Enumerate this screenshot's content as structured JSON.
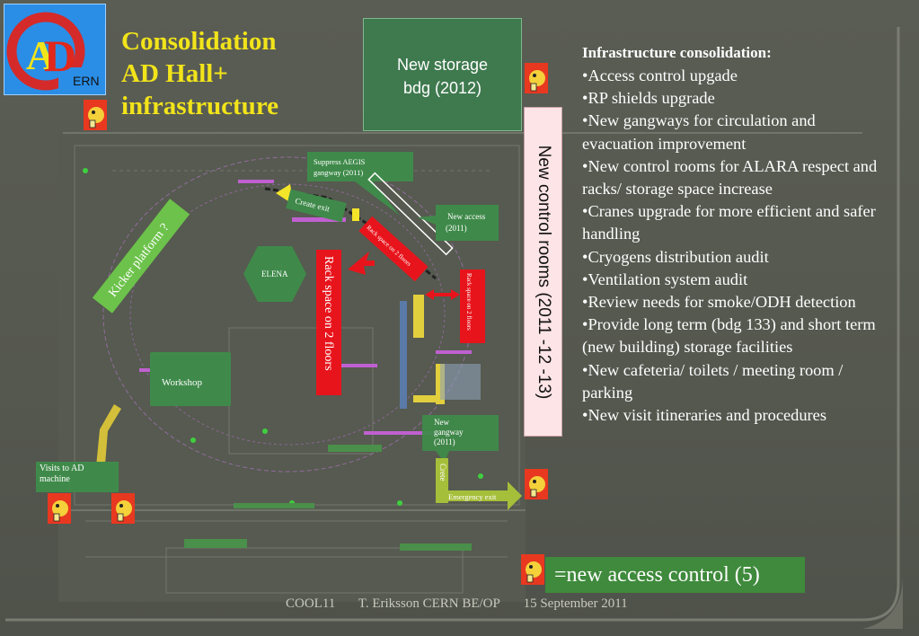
{
  "logo": {
    "letters": [
      "C",
      "A",
      "D"
    ],
    "subtext": "ERN"
  },
  "title": {
    "lines": [
      "Consolidation",
      "AD Hall+",
      "infrastructure"
    ]
  },
  "storage_box": {
    "lines": [
      "New storage",
      "bdg (2012)"
    ]
  },
  "control_rooms": {
    "label": "New control rooms (2011 -12 -13)"
  },
  "map_labels": {
    "suppress": [
      "Suppress AEGIS",
      "gangway (2011)"
    ],
    "create_exit": "Create exit",
    "new_access": [
      "New access",
      "(2011)"
    ],
    "kicker": "Kicker platform ?",
    "elena": "ELENA",
    "rack_big": "Rack space on 2 floors",
    "rack_small_a": "Rack space on 2 floors",
    "rack_small_b": "Rack space on 2 floors",
    "workshop": "Workshop",
    "new_gangway": [
      "New",
      "gangway",
      "(2011)"
    ],
    "crete": "Crete",
    "emergency_exit": "Emergency exit",
    "visits": [
      "Visits to AD",
      "machine"
    ]
  },
  "info": {
    "title": "Infrastructure consolidation:",
    "items": [
      "•Access control upgade",
      "•RP shields upgrade",
      "•New gangways for circulation and evacuation improvement",
      "•New control rooms for ALARA respect and racks/ storage space increase",
      "•Cranes upgrade for more efficient and  safer handling",
      "•Cryogens distribution audit",
      "•Ventilation system audit",
      "•Review needs for smoke/ODH detection",
      "•Provide long term (bdg 133) and short term (new building) storage facilities",
      "•New cafeteria/ toilets / meeting room / parking",
      "•New visit itineraries and procedures"
    ]
  },
  "legend": {
    "text": "=new access control (5)"
  },
  "footer": {
    "event": "COOL11",
    "author": "T. Eriksson CERN BE/OP",
    "date": "15 September 2011"
  },
  "colors": {
    "title": "#f2e41a",
    "accent_green": "#3f8a3c",
    "rack_red": "#e8141c",
    "kicker_green": "#6cc24a"
  }
}
